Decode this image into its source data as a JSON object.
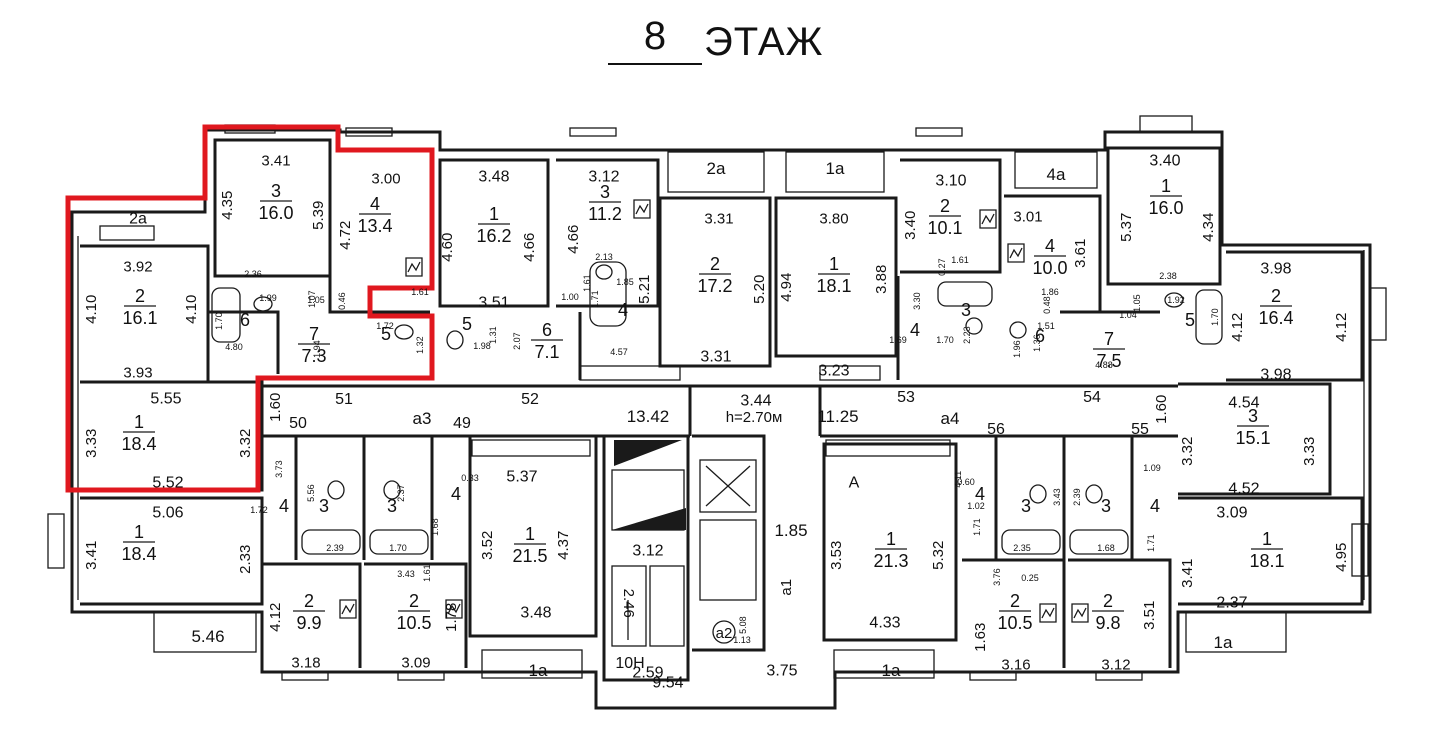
{
  "title": {
    "number": "8",
    "word": "ЭТАЖ"
  },
  "colors": {
    "wall": "#1a1a1a",
    "highlight": "#e0181f",
    "apt_number": "#c8141b",
    "height_note": "#1f4fbf"
  },
  "rooms": [
    {
      "n": "3",
      "a": "16.0"
    },
    {
      "n": "4",
      "a": "13.4"
    },
    {
      "n": "2",
      "a": "16.1"
    },
    {
      "n": "6",
      "a": ""
    },
    {
      "n": "7",
      "a": "7.3"
    },
    {
      "n": "5",
      "a": ""
    },
    {
      "n": "1",
      "a": "18.4"
    },
    {
      "n": "1",
      "a": "16.2"
    },
    {
      "n": "3",
      "a": "11.2"
    },
    {
      "n": "4",
      "a": ""
    },
    {
      "n": "5",
      "a": ""
    },
    {
      "n": "6",
      "a": "7.1"
    },
    {
      "n": "2",
      "a": "17.2"
    },
    {
      "n": "1",
      "a": "18.1"
    },
    {
      "n": "2",
      "a": "10.1"
    },
    {
      "n": "4",
      "a": ""
    },
    {
      "n": "3",
      "a": ""
    },
    {
      "n": "4",
      "a": "10.0"
    },
    {
      "n": "6",
      "a": ""
    },
    {
      "n": "1",
      "a": "16.0"
    },
    {
      "n": "2",
      "a": "16.4"
    },
    {
      "n": "7",
      "a": "7.5"
    },
    {
      "n": "5",
      "a": ""
    },
    {
      "n": "3",
      "a": "15.1"
    },
    {
      "n": "1",
      "a": "18.4"
    },
    {
      "n": "4",
      "a": ""
    },
    {
      "n": "3",
      "a": ""
    },
    {
      "n": "3",
      "a": ""
    },
    {
      "n": "4",
      "a": ""
    },
    {
      "n": "1",
      "a": "21.5"
    },
    {
      "n": "2",
      "a": "9.9"
    },
    {
      "n": "2",
      "a": "10.5"
    },
    {
      "n": "1",
      "a": "21.3"
    },
    {
      "n": "4",
      "a": ""
    },
    {
      "n": "3",
      "a": ""
    },
    {
      "n": "3",
      "a": ""
    },
    {
      "n": "4",
      "a": ""
    },
    {
      "n": "2",
      "a": "10.5"
    },
    {
      "n": "2",
      "a": "9.8"
    },
    {
      "n": "1",
      "a": "18.1"
    }
  ],
  "dims": [
    "3.41",
    "4.35",
    "5.39",
    "3.00",
    "4.72",
    "2a",
    "3.92",
    "4.10",
    "4.10",
    "3.93",
    "2.36",
    "1.07",
    "1.05",
    "1.99",
    "1.70",
    "1.61",
    "0.46",
    "1.72",
    "1.94",
    "1.32",
    "4.80",
    "5.55",
    "3.33",
    "3.32",
    "5.52",
    "1.60",
    "3.48",
    "4.60",
    "4.66",
    "3.51",
    "3.12",
    "4.66",
    "2.13",
    "1.61",
    "1.71",
    "1.85",
    "1.00",
    "1.98",
    "1.31",
    "2.07",
    "4.57",
    "2a",
    "3.31",
    "5.21",
    "5.20",
    "3.31",
    "1a",
    "3.80",
    "4.94",
    "3.88",
    "3.23",
    "3.10",
    "3.40",
    "0.27",
    "1.61",
    "3.30",
    "1.69",
    "1.70",
    "2.23",
    "4a",
    "3.01",
    "3.61",
    "1.86",
    "0.48",
    "1.51",
    "1.36",
    "1.96",
    "4.88",
    "3.40",
    "5.37",
    "4.34",
    "1.04",
    "2.38",
    "1.05",
    "1.92",
    "1.70",
    "3.98",
    "4.12",
    "4.12",
    "3.98",
    "3.44",
    "13.42",
    "11.25",
    "a3",
    "a4",
    "4.54",
    "3.32",
    "3.33",
    "4.52",
    "1.60",
    "1.09",
    "3.73",
    "5.06",
    "3.41",
    "1.72",
    "2.33",
    "5.56",
    "2.37",
    "2.39",
    "1.70",
    "1.68",
    "3.43",
    "1.61",
    "0.33",
    "1.78",
    "3.52",
    "4.37",
    "5.37",
    "3.48",
    "4.12",
    "3.18",
    "3.09",
    "3.12",
    "2.46",
    "5.08",
    "1.13",
    "1.85",
    "a1",
    "9.54",
    "3.75",
    "2.59",
    "A",
    "3.53",
    "5.32",
    "4.33",
    "4.11",
    "1.02",
    "0.60",
    "1.71",
    "3.43",
    "2.39",
    "2.35",
    "1.68",
    "1.71",
    "3.76",
    "0.25",
    "1.63",
    "3.51",
    "3.16",
    "3.12",
    "3.09",
    "4.95",
    "3.41",
    "2.37",
    "5.46",
    "1a",
    "1a",
    "1a",
    "1a",
    "1a"
  ],
  "apartments": [
    "51",
    "52",
    "53",
    "54",
    "50",
    "49",
    "56",
    "55",
    "10H"
  ],
  "height": "h=2.70м",
  "lift": "a2"
}
